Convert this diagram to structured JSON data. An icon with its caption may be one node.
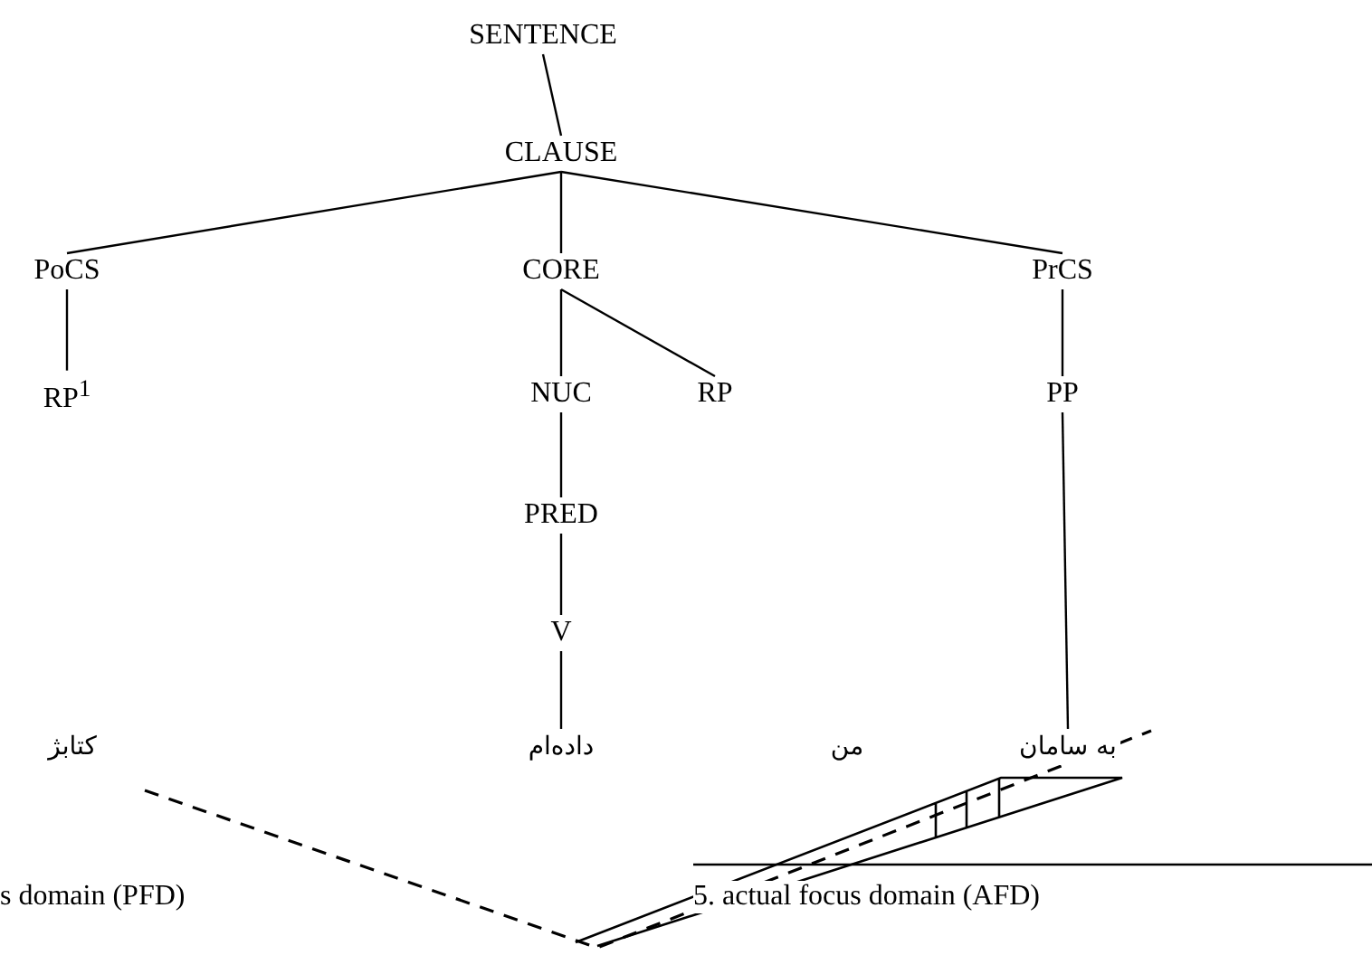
{
  "diagram": {
    "nodes": [
      {
        "text": [
          "SENTENCE"
        ]
      },
      {
        "text": [
          "CLAUSE"
        ]
      },
      {
        "text": [
          "PoCS"
        ]
      },
      {
        "text": [
          "CORE"
        ]
      },
      {
        "text": [
          "PrCS"
        ]
      },
      {
        "text": [
          "RP$^{1}$"
        ]
      },
      {
        "text": [
          "NUC"
        ]
      },
      {
        "text": [
          "RP"
        ]
      },
      {
        "text": [
          "PP"
        ]
      },
      {
        "text": [
          "PRED"
        ]
      },
      {
        "text": [
          "V"
        ]
      },
      {
        "text": [
          "کتابژ"
        ]
      },
      {
        "text": [
          "داده‌ام"
        ]
      },
      {
        "text": [
          "من"
        ]
      },
      {
        "text": [
          "به سامان"
        ]
      }
    ],
    "edges": [
      {
        "from": 0,
        "to": 1,
        "arrow": "none"
      },
      {
        "from": 1,
        "to": 2,
        "arrow": "none"
      },
      {
        "from": 1,
        "to": 3,
        "arrow": "none"
      },
      {
        "from": 1,
        "to": 4,
        "arrow": "none"
      },
      {
        "from": 2,
        "to": 5,
        "arrow": "none"
      },
      {
        "from": 3,
        "to": 6,
        "arrow": "none"
      },
      {
        "from": 3,
        "to": 7,
        "arrow": "none"
      },
      {
        "from": 4,
        "to": 8,
        "arrow": "none"
      },
      {
        "from": 6,
        "to": 9,
        "arrow": "none"
      },
      {
        "from": 9,
        "to": 10,
        "arrow": "none"
      },
      {
        "from": 10,
        "to": 12,
        "arrow": "none"
      },
      {
        "from": 8,
        "to": 14,
        "arrow": "none"
      }
    ],
    "labels": [
      "s domain (PFD)",
      "5. actual focus domain (AFD)"
    ]
  }
}
